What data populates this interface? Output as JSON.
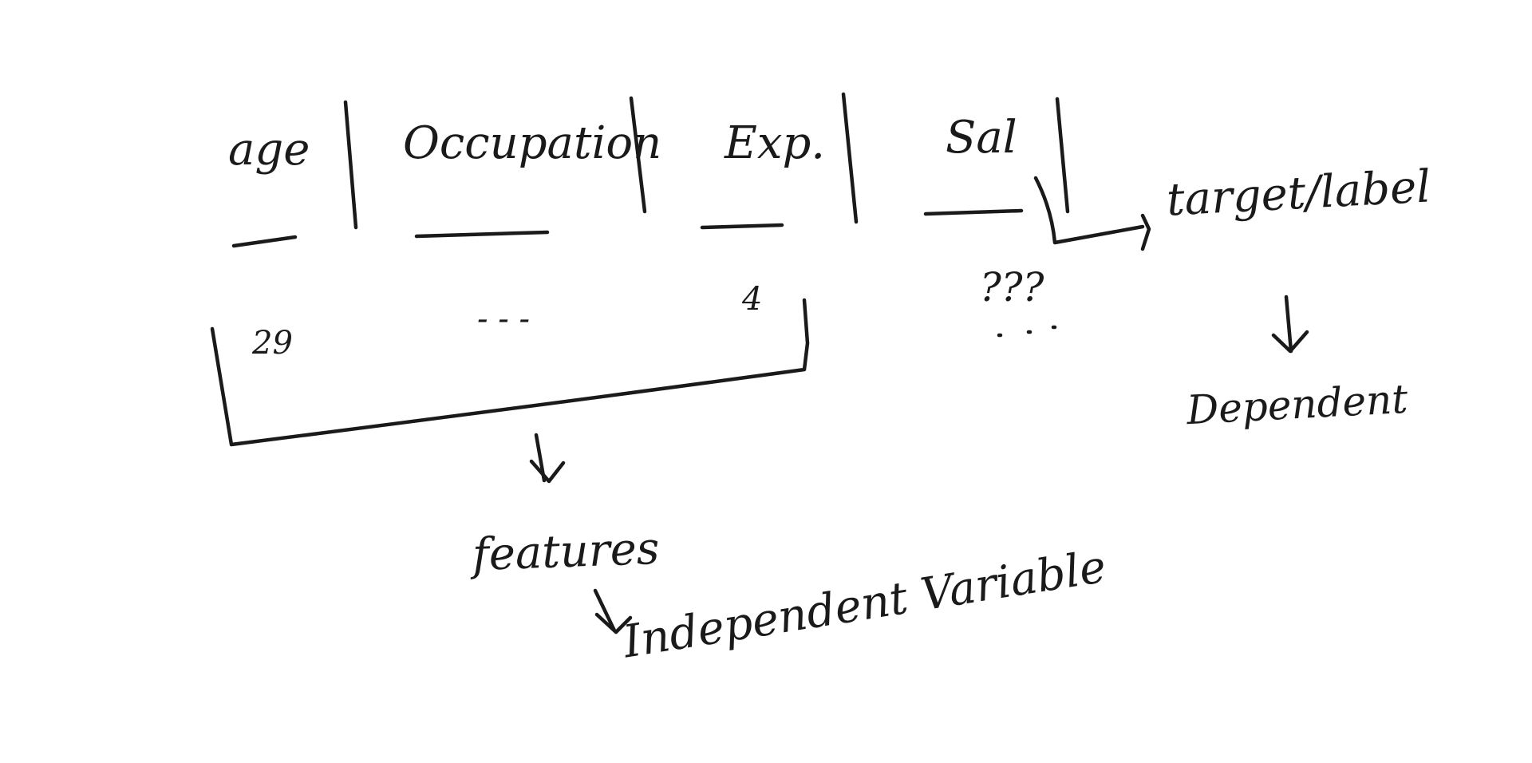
{
  "table": {
    "headers": [
      "age",
      "Occupation",
      "Exp.",
      "Sal"
    ],
    "row": [
      "29",
      "- - -",
      "4",
      "???"
    ]
  },
  "annotations": {
    "target_label": "target/label",
    "dependent": "Dependent",
    "features": "features",
    "independent_variable": "Independent Variable"
  },
  "colors": {
    "ink": "#1a1a1a",
    "background": "#ffffff"
  }
}
